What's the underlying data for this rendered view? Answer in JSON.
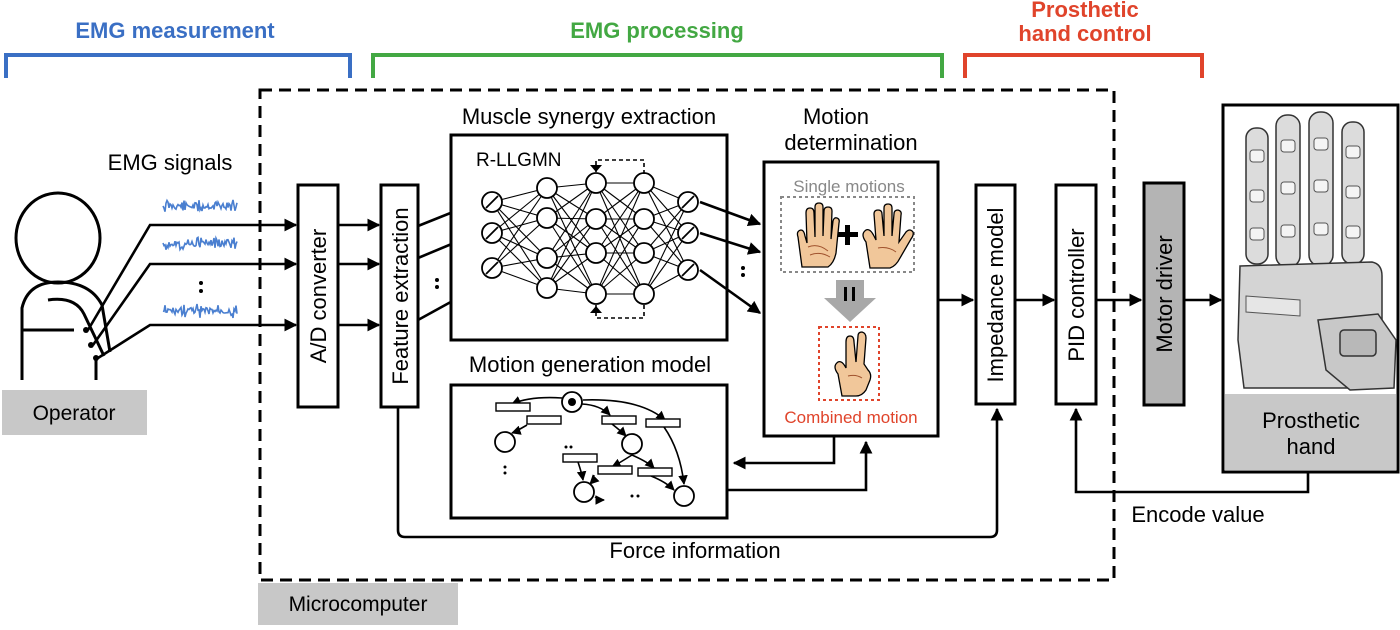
{
  "sections": {
    "emg_measurement": "EMG measurement",
    "emg_processing": "EMG processing",
    "prosthetic_line1": "Prosthetic",
    "prosthetic_line2": "hand control"
  },
  "labels": {
    "emg_signals": "EMG signals",
    "operator": "Operator",
    "microcomputer": "Microcomputer",
    "ad_converter": "A/D converter",
    "feature_extraction": "Feature extraction",
    "muscle_synergy": "Muscle synergy extraction",
    "rllgmn": "R-LLGMN",
    "motion_generation": "Motion generation model",
    "motion_determination_1": "Motion",
    "motion_determination_2": "determination",
    "single_motions": "Single motions",
    "combined_motion": "Combined motion",
    "impedance_model": "Impedance model",
    "pid_controller": "PID controller",
    "motor_driver": "Motor driver",
    "prosthetic_hand_1": "Prosthetic",
    "prosthetic_hand_2": "hand",
    "encode_value": "Encode value",
    "force_information": "Force information"
  },
  "colors": {
    "emg_measurement": "#3a6fc4",
    "emg_processing": "#43a843",
    "prosthetic_control": "#e0442b",
    "signal_trace": "#4a7fd0",
    "gray_label": "#c8c8c8",
    "motor_driver_fill": "#b4b4b4"
  },
  "icons": [
    "operator-figure",
    "hand-palm-icon",
    "hand-thumb-icon",
    "hand-combined-icon",
    "robotic-hand-image",
    "plus-icon",
    "equals-arrow-icon"
  ]
}
